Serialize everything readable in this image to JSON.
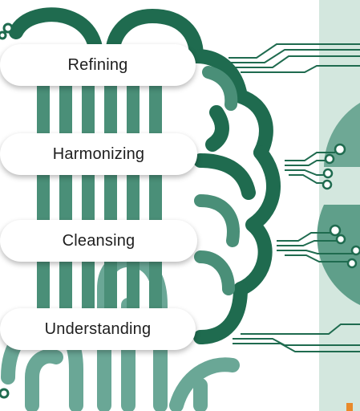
{
  "labels": {
    "refining": "Refining",
    "harmonizing": "Harmonizing",
    "cleansing": "Cleansing",
    "understanding": "Understanding"
  },
  "colors": {
    "brain_dark": "#1f6b4f",
    "brain_mid": "#4a8f78",
    "brain_light": "#6aa796",
    "panel": "#d3e7de",
    "panel_globe": "#5f9f8a",
    "circuit": "#1f6b4f",
    "accent": "#e98a2a"
  },
  "icons": {
    "brain": "brain-circuit-icon",
    "globe": "globe-icon"
  }
}
